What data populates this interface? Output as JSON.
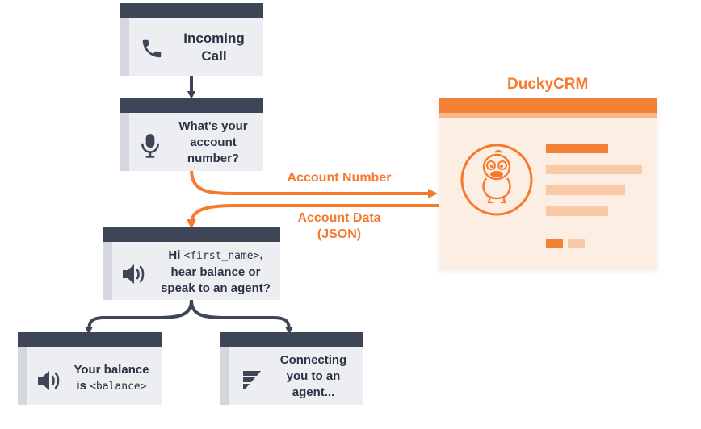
{
  "nodes": {
    "incoming_call": {
      "lines": [
        "Incoming",
        "Call"
      ],
      "icon": "phone-icon"
    },
    "ask_account": {
      "lines": [
        "What's your",
        "account",
        "number?"
      ],
      "icon": "microphone-icon"
    },
    "greeting": {
      "line1_prefix": "Hi ",
      "line1_code": "<first_name>",
      "line1_suffix": ",",
      "line2": "hear balance or",
      "line3": "speak to an agent?",
      "icon": "speaker-icon"
    },
    "balance": {
      "line1": "Your balance",
      "line2_prefix": "is ",
      "line2_code": "<balance>",
      "icon": "speaker-icon"
    },
    "agent": {
      "lines": [
        "Connecting",
        "you to an",
        "agent..."
      ],
      "icon": "agent-logo-icon"
    }
  },
  "edges": {
    "account_number_label": "Account Number",
    "account_data_label_line1": "Account Data",
    "account_data_label_line2": "(JSON)"
  },
  "crm": {
    "title": "DuckyCRM",
    "icon": "duck-logo-icon"
  },
  "colors": {
    "accent": "#f57a2e",
    "box_top": "#3d4556",
    "box_face": "#eceef2",
    "box_side": "#d4d7de",
    "crm_bg": "#fdeee3",
    "text": "#2b3244"
  }
}
